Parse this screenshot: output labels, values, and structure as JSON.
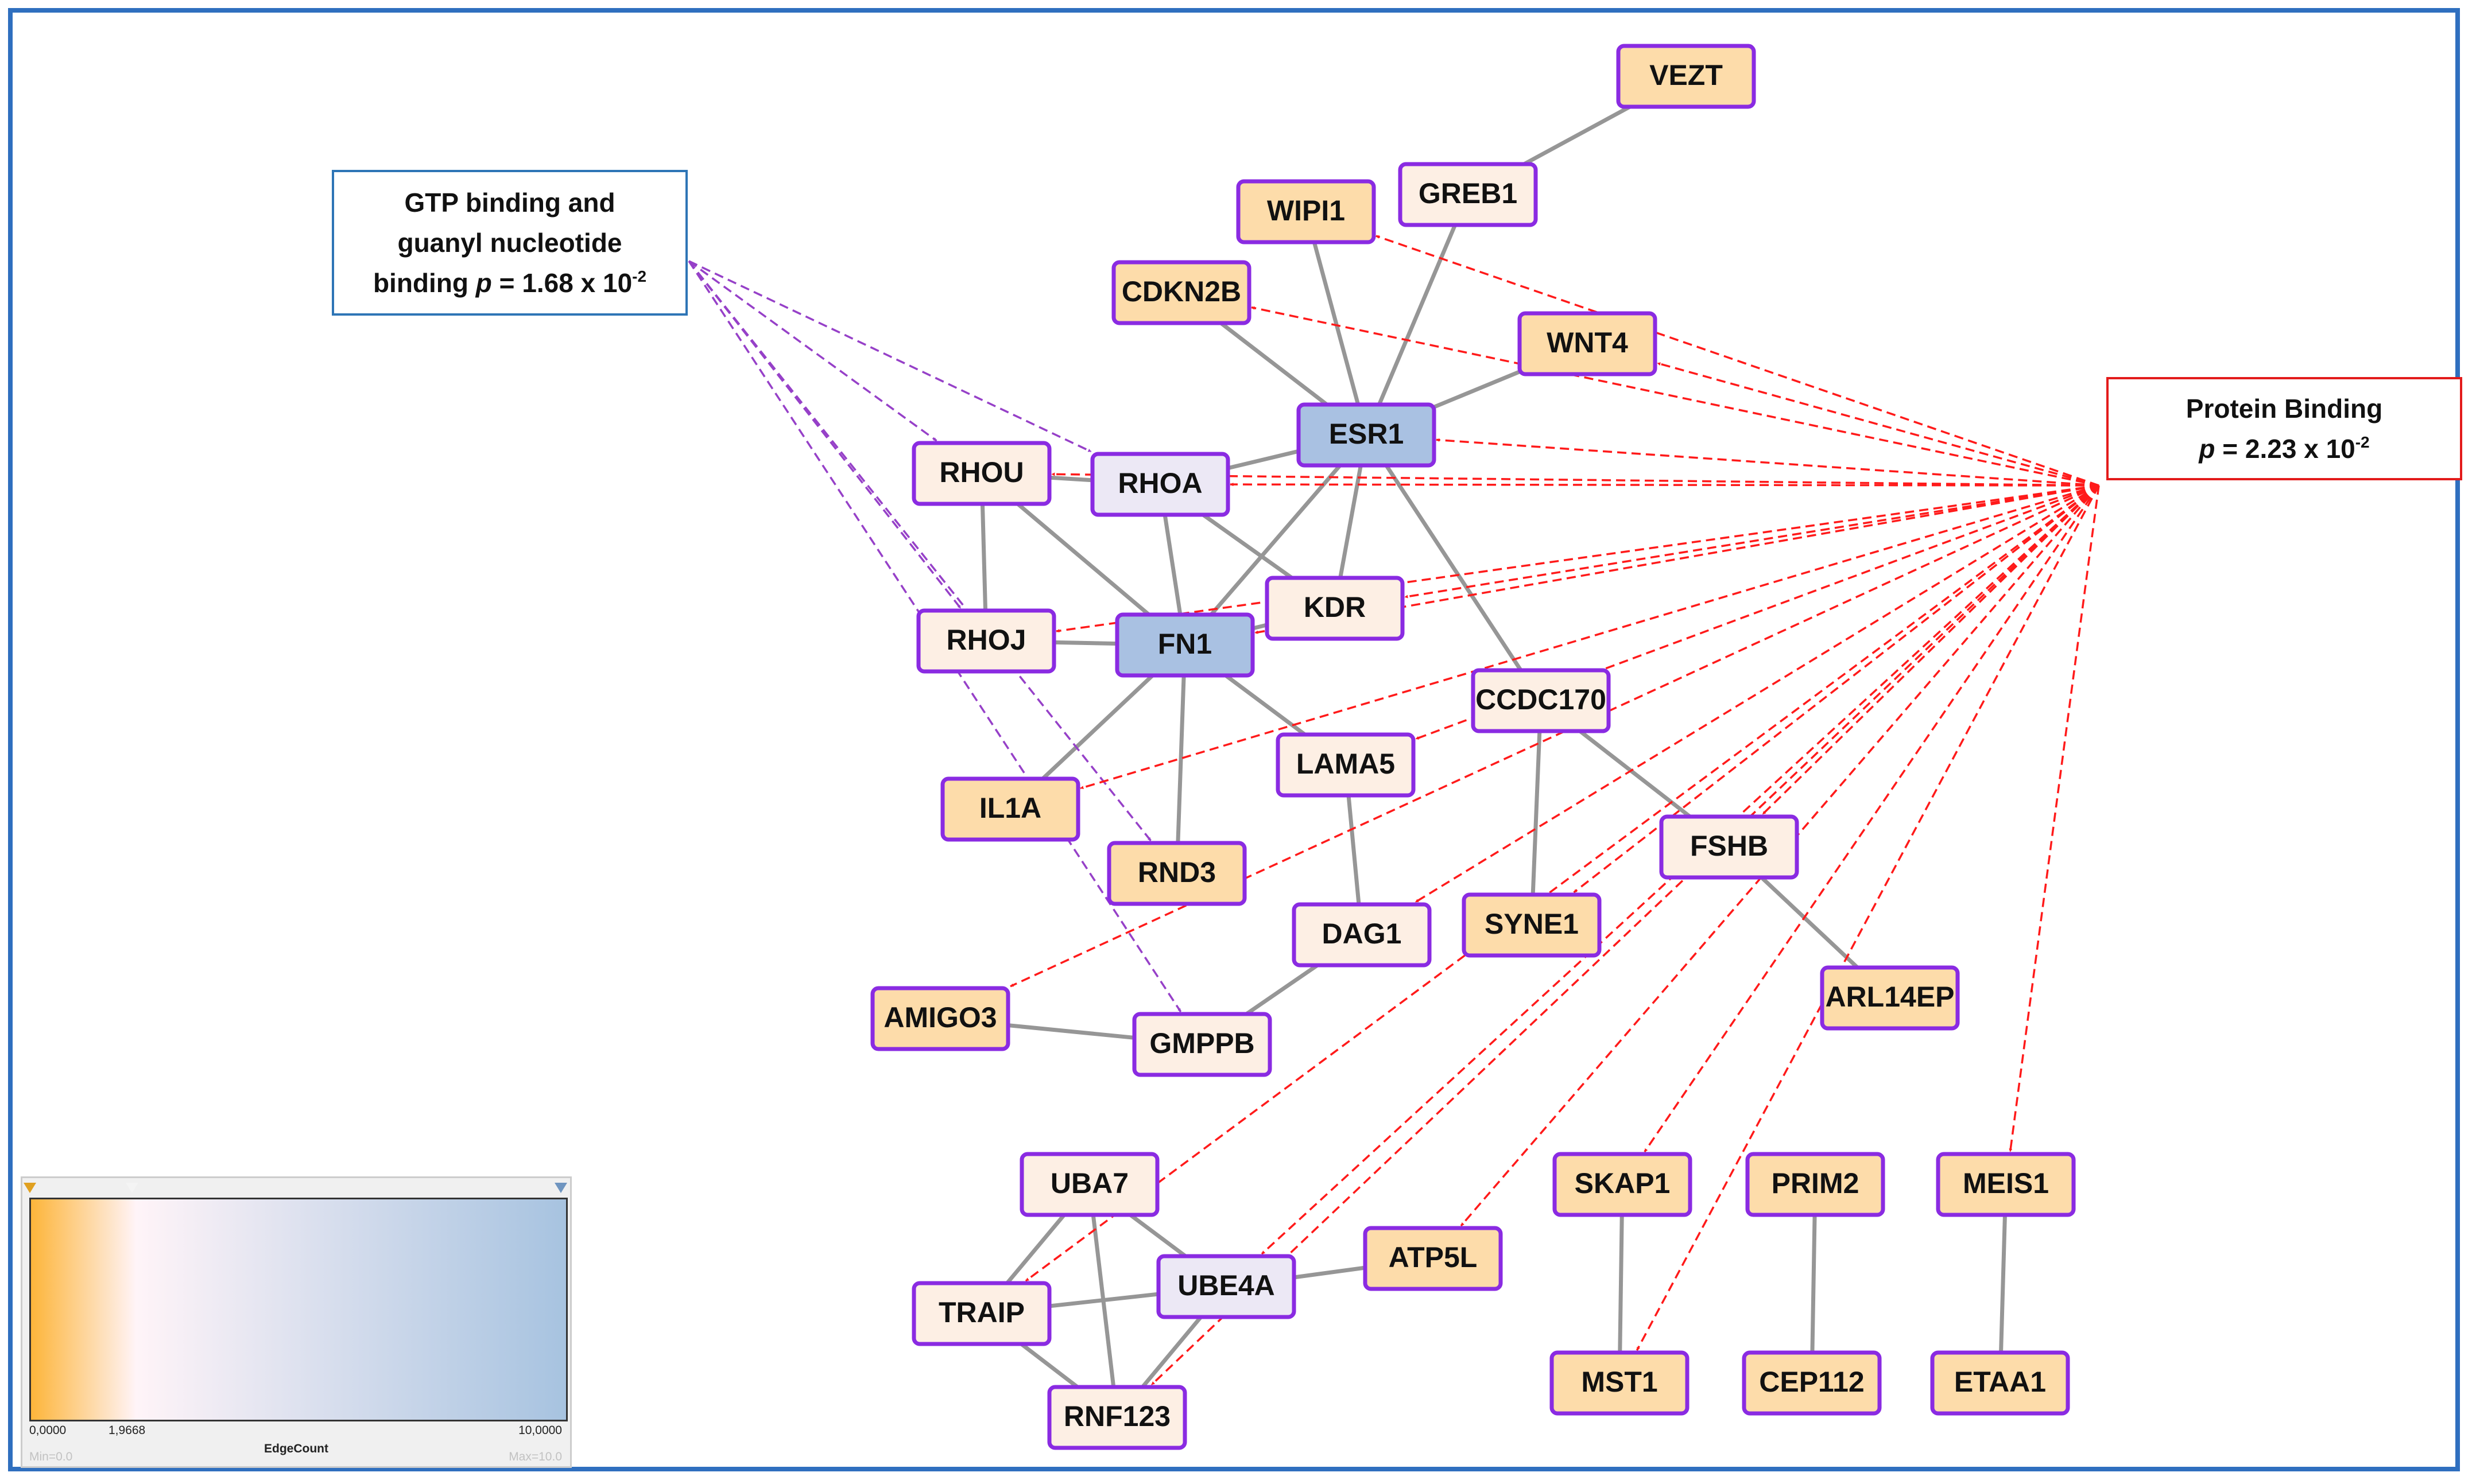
{
  "annotations": {
    "gtp": {
      "line1": "GTP binding  and",
      "line2": "guanyl nucleotide",
      "line3_prefix": "binding ",
      "p_symbol": "p",
      "line3_suffix": " = 1.68 x 10",
      "exponent": "-2"
    },
    "protein": {
      "line1": "Protein Binding",
      "p_symbol": "p",
      "line2_suffix": " = 2.23 x 10",
      "exponent": "-2"
    }
  },
  "colors": {
    "high_degree": "#a9c1e2",
    "mid_degree": "#ece8f5",
    "low_degree": "#fdefe4",
    "term": "#fddcaa",
    "node_border": "#8a2be2",
    "edge": "#969696",
    "protein_arrow": "#ff1a1a",
    "gtp_arrow": "#9640c8"
  },
  "nodes": [
    {
      "id": "VEZT",
      "label": "VEZT",
      "fill": "term"
    },
    {
      "id": "GREB1",
      "label": "GREB1",
      "fill": "low_degree"
    },
    {
      "id": "WIPI1",
      "label": "WIPI1",
      "fill": "term"
    },
    {
      "id": "CDKN2B",
      "label": "CDKN2B",
      "fill": "term"
    },
    {
      "id": "WNT4",
      "label": "WNT4",
      "fill": "term"
    },
    {
      "id": "ESR1",
      "label": "ESR1",
      "fill": "high_degree"
    },
    {
      "id": "RHOU",
      "label": "RHOU",
      "fill": "low_degree"
    },
    {
      "id": "RHOA",
      "label": "RHOA",
      "fill": "mid_degree"
    },
    {
      "id": "KDR",
      "label": "KDR",
      "fill": "low_degree"
    },
    {
      "id": "RHOJ",
      "label": "RHOJ",
      "fill": "low_degree"
    },
    {
      "id": "FN1",
      "label": "FN1",
      "fill": "high_degree"
    },
    {
      "id": "CCDC170",
      "label": "CCDC170",
      "fill": "low_degree"
    },
    {
      "id": "LAMA5",
      "label": "LAMA5",
      "fill": "low_degree"
    },
    {
      "id": "IL1A",
      "label": "IL1A",
      "fill": "term"
    },
    {
      "id": "RND3",
      "label": "RND3",
      "fill": "term"
    },
    {
      "id": "FSHB",
      "label": "FSHB",
      "fill": "low_degree"
    },
    {
      "id": "DAG1",
      "label": "DAG1",
      "fill": "low_degree"
    },
    {
      "id": "SYNE1",
      "label": "SYNE1",
      "fill": "term"
    },
    {
      "id": "ARL14EP",
      "label": "ARL14EP",
      "fill": "term"
    },
    {
      "id": "AMIGO3",
      "label": "AMIGO3",
      "fill": "term"
    },
    {
      "id": "GMPPB",
      "label": "GMPPB",
      "fill": "low_degree"
    },
    {
      "id": "UBA7",
      "label": "UBA7",
      "fill": "low_degree"
    },
    {
      "id": "SKAP1",
      "label": "SKAP1",
      "fill": "term"
    },
    {
      "id": "PRIM2",
      "label": "PRIM2",
      "fill": "term"
    },
    {
      "id": "MEIS1",
      "label": "MEIS1",
      "fill": "term"
    },
    {
      "id": "UBE4A",
      "label": "UBE4A",
      "fill": "mid_degree"
    },
    {
      "id": "ATP5L",
      "label": "ATP5L",
      "fill": "term"
    },
    {
      "id": "TRAIP",
      "label": "TRAIP",
      "fill": "low_degree"
    },
    {
      "id": "MST1",
      "label": "MST1",
      "fill": "term"
    },
    {
      "id": "CEP112",
      "label": "CEP112",
      "fill": "term"
    },
    {
      "id": "ETAA1",
      "label": "ETAA1",
      "fill": "term"
    },
    {
      "id": "RNF123",
      "label": "RNF123",
      "fill": "low_degree"
    }
  ],
  "edges": [
    [
      "VEZT",
      "GREB1"
    ],
    [
      "GREB1",
      "ESR1"
    ],
    [
      "WIPI1",
      "ESR1"
    ],
    [
      "CDKN2B",
      "ESR1"
    ],
    [
      "WNT4",
      "ESR1"
    ],
    [
      "ESR1",
      "RHOA"
    ],
    [
      "ESR1",
      "FN1"
    ],
    [
      "ESR1",
      "KDR"
    ],
    [
      "ESR1",
      "CCDC170"
    ],
    [
      "RHOU",
      "RHOA"
    ],
    [
      "RHOU",
      "RHOJ"
    ],
    [
      "RHOU",
      "FN1"
    ],
    [
      "RHOA",
      "FN1"
    ],
    [
      "RHOA",
      "KDR"
    ],
    [
      "RHOJ",
      "FN1"
    ],
    [
      "FN1",
      "KDR"
    ],
    [
      "FN1",
      "LAMA5"
    ],
    [
      "FN1",
      "IL1A"
    ],
    [
      "FN1",
      "RND3"
    ],
    [
      "CCDC170",
      "SYNE1"
    ],
    [
      "CCDC170",
      "FSHB"
    ],
    [
      "FSHB",
      "ARL14EP"
    ],
    [
      "LAMA5",
      "DAG1"
    ],
    [
      "DAG1",
      "GMPPB"
    ],
    [
      "AMIGO3",
      "GMPPB"
    ],
    [
      "UBA7",
      "UBE4A"
    ],
    [
      "UBA7",
      "TRAIP"
    ],
    [
      "UBA7",
      "RNF123"
    ],
    [
      "TRAIP",
      "UBE4A"
    ],
    [
      "TRAIP",
      "RNF123"
    ],
    [
      "UBE4A",
      "RNF123"
    ],
    [
      "UBE4A",
      "ATP5L"
    ],
    [
      "SKAP1",
      "MST1"
    ],
    [
      "PRIM2",
      "CEP112"
    ],
    [
      "MEIS1",
      "ETAA1"
    ]
  ],
  "protein_binding_targets": [
    "WIPI1",
    "CDKN2B",
    "WNT4",
    "ESR1",
    "RHOU",
    "RHOA",
    "KDR",
    "RHOJ",
    "FN1",
    "LAMA5",
    "IL1A",
    "FSHB",
    "DAG1",
    "SYNE1",
    "AMIGO3",
    "SKAP1",
    "MEIS1",
    "ATP5L",
    "UBE4A",
    "TRAIP",
    "MST1",
    "RNF123"
  ],
  "gtp_binding_targets": [
    "RHOU",
    "RHOA",
    "RHOJ",
    "RND3",
    "GMPPB"
  ],
  "legend": {
    "title": "EdgeCount",
    "tick_min": "0,0000",
    "tick_mid": "1,9668",
    "tick_max": "10,0000",
    "min_label": "Min=0.0",
    "max_label": "Max=10.0",
    "gradient_colors": [
      "#fdb53a",
      "#fff4f8",
      "#a7c3e0"
    ]
  }
}
